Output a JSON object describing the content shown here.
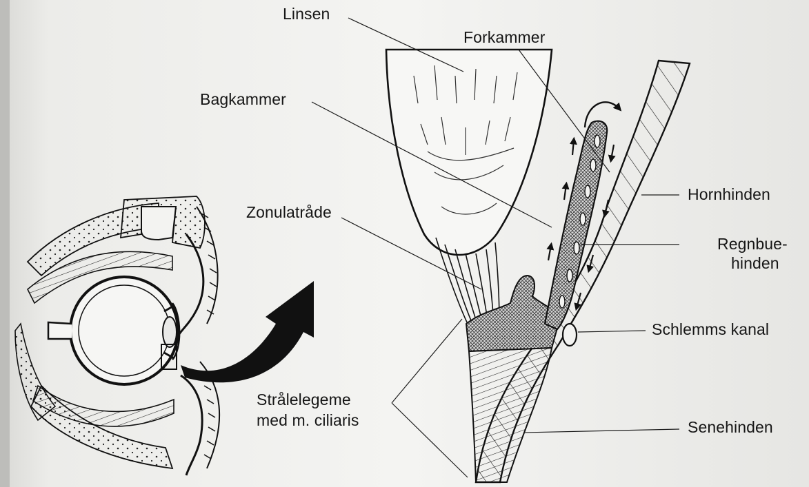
{
  "diagram": {
    "labels": {
      "linsen": "Linsen",
      "forkammer": "Forkammer",
      "bagkammer": "Bagkammer",
      "zonulatraade": "Zonulatråde",
      "hornhinden": "Hornhinden",
      "regnbue_line1": "Regnbue-",
      "regnbue_line2": "hinden",
      "schlemms": "Schlemms kanal",
      "straale_line1": "Strålelegeme",
      "straale_line2": "med m. ciliaris",
      "senehinden": "Senehinden"
    },
    "colors": {
      "paper": "#f3f3f1",
      "ink": "#161616",
      "hatch_fill": "#9a9a9a"
    }
  }
}
